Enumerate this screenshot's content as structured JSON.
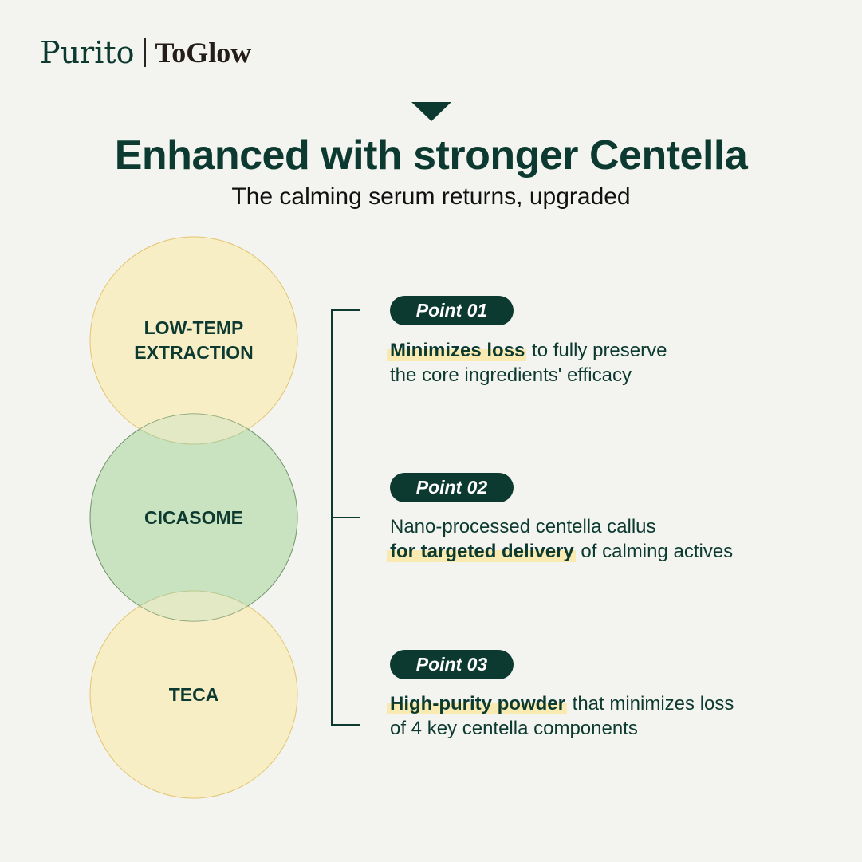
{
  "brand": {
    "name": "Purito",
    "line": "ToGlow"
  },
  "header": {
    "title": "Enhanced with stronger Centella",
    "subtitle": "The calming serum returns, upgraded"
  },
  "circles": [
    {
      "label1": "LOW-TEMP",
      "label2": "EXTRACTION"
    },
    {
      "label1": "CICASOME"
    },
    {
      "label1": "TECA"
    }
  ],
  "points": [
    {
      "badge": "Point 01",
      "highlight": "Minimizes loss",
      "rest1": " to fully preserve",
      "line2": "the core ingredients' efficacy"
    },
    {
      "badge": "Point 02",
      "line1": "Nano-processed centella callus",
      "highlight": "for targeted delivery",
      "rest2": " of calming actives"
    },
    {
      "badge": "Point 03",
      "highlight": "High-purity powder",
      "rest1": " that minimizes loss",
      "line2": "of 4 key centella components"
    }
  ],
  "colors": {
    "dark_green": "#0c3a30",
    "yellow": "#f8eec6",
    "green": "#c9e2c0",
    "background": "#f3f3ef"
  }
}
